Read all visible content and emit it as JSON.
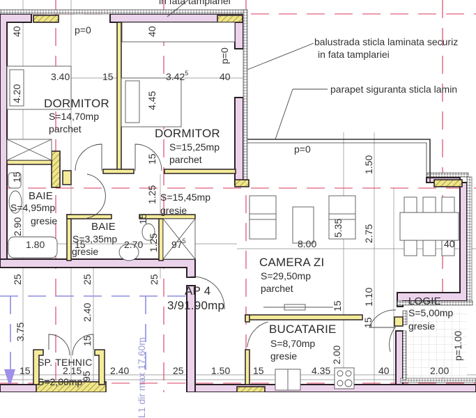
{
  "colors": {
    "wall_fill": "#ecd3ec",
    "wall_outline": "#2a2026",
    "partition_fill": "#f5ec9a",
    "hatch_fill": "#efe58a",
    "axis_red": "#d93a5c",
    "axis_blue": "#8c8ce0",
    "grid_gray": "#777777",
    "background": "#ffffff"
  },
  "annotations": {
    "top_cut_text": "in fata tamplariei",
    "balustrade_line1": "balustrada sticla laminata securiz",
    "balustrade_line2": "in fata tamplariei",
    "parapet": "parapet siguranta sticla lamin",
    "fire_path": "L1 dir max 17.60m"
  },
  "rooms": {
    "dormitor1": {
      "name": "DORMITOR",
      "area": "S=14,70mp",
      "floor": "parchet"
    },
    "dormitor2": {
      "name": "DORMITOR",
      "area": "S=15,25mp",
      "floor": "parchet"
    },
    "baie1": {
      "name": "BAIE",
      "area": "S=4,95mp",
      "floor": "gresie"
    },
    "baie2": {
      "name": "BAIE",
      "area": "S=3,35mp",
      "floor": "gresie"
    },
    "hol": {
      "area": "S=15,45mp",
      "floor": "gresie"
    },
    "camera_zi": {
      "name": "CAMERA ZI",
      "area": "S=29,50mp",
      "floor": "parchet"
    },
    "bucatarie": {
      "name": "BUCATARIE",
      "area": "S=8,70mp",
      "floor": "gresie"
    },
    "logie": {
      "name": "LOGIE",
      "area": "S=5,00mp",
      "floor": "gresie"
    },
    "sp_tehnic": {
      "name": "SP. TEHNIC",
      "area": "S=2,00mp"
    },
    "apartment": {
      "name": "AP 4",
      "area": "3/91.90mp"
    }
  },
  "levels": {
    "p0_dorm1": "p=0",
    "p0_dorm2": "p=0",
    "p0_balcony": "p=0",
    "p1_logie": "p=1.00"
  },
  "dimensions": {
    "d40_dorm1_v": "40",
    "d340": "3.40",
    "d15_a": "15",
    "d3425": "3.42",
    "d3425_sup": "5",
    "d40_dorm2_v": "40",
    "d40_dorm2_h": "40",
    "d420": "4.20",
    "d445": "4.45",
    "d15_b": "15",
    "d15_c": "15",
    "d125_a": "1.25",
    "d290": "2.90",
    "d180": "1.80",
    "d15_d": "15",
    "d270": "2.70",
    "d125_b": "1.25",
    "d975": "97",
    "d975_sup": "5",
    "d15_e": "15",
    "d150_balc": "1.50",
    "d535": "5.35",
    "d800": "8.00",
    "d275": "2.75",
    "d40_right": "40",
    "d110": "1.10",
    "d15_f": "15",
    "d15_g": "15",
    "d200_kit": "2.00",
    "d200_logie": "2.00",
    "d435": "4.35",
    "d40_kit": "40",
    "d15_kit": "15",
    "d25_a": "25",
    "d25_b": "25",
    "d25_c": "25",
    "d375": "3.75",
    "d240_v": "2.40",
    "d15_tech": "15",
    "d15_left": "15",
    "d215": "2.15",
    "d240_h": "2.40",
    "d25_d": "25",
    "d150_bot": "1.50",
    "d15_bot": "15",
    "d95": "95"
  }
}
